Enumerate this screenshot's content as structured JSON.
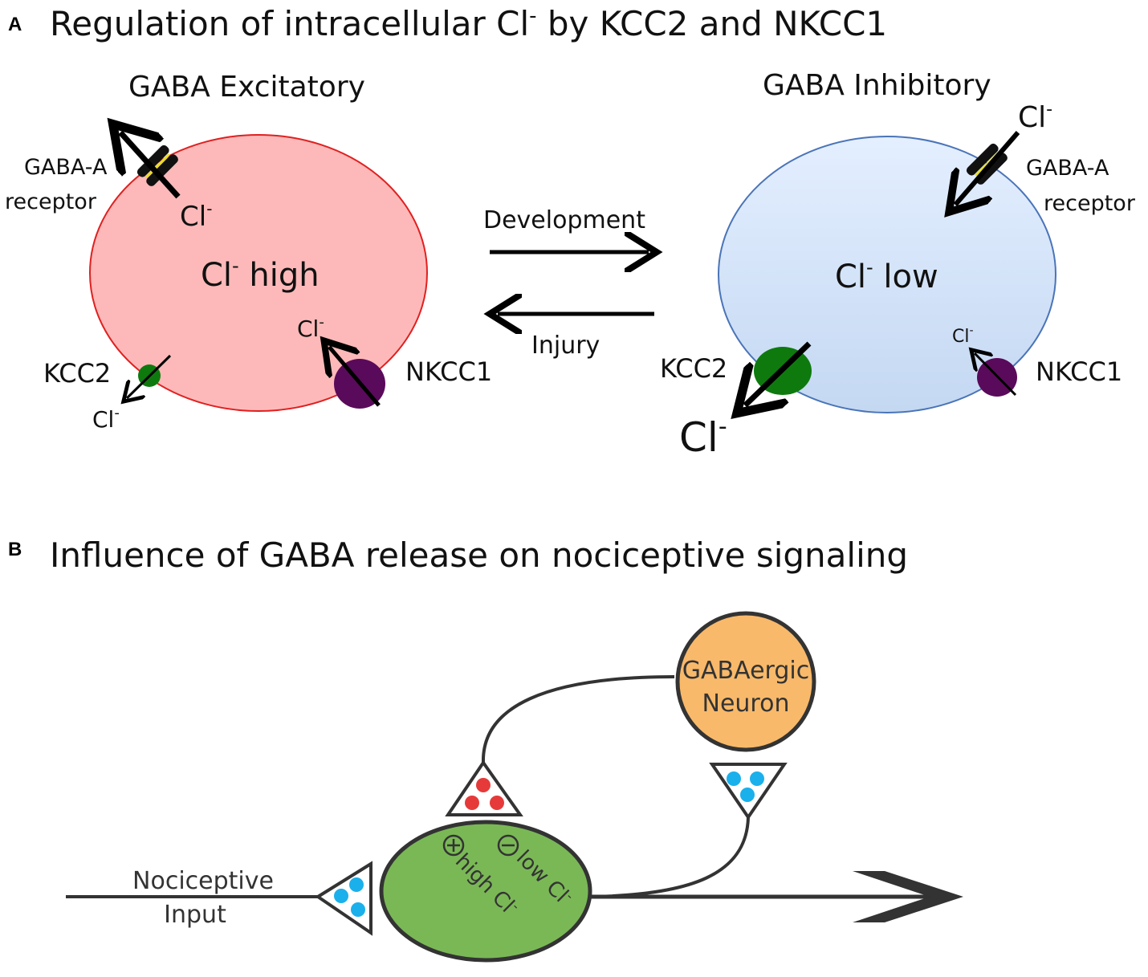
{
  "panel_a": {
    "letter": "A",
    "title_main": "Regulation of intracellular Cl",
    "title_sup": "-",
    "title_rest": " by KCC2 and NKCC1",
    "left_cell": {
      "header": "GABA Excitatory",
      "receptor_line1": "GABA-A",
      "receptor_line2": "receptor",
      "receptor_ion": "Cl",
      "center_label": "Cl",
      "center_suffix": " high",
      "kcc2_label": "KCC2",
      "kcc2_ion": "Cl",
      "nkcc1_label": "NKCC1",
      "nkcc1_ion": "Cl",
      "fill": "#fdb9b9",
      "stroke": "#e02020"
    },
    "right_cell": {
      "header": "GABA Inhibitory",
      "receptor_line1": "GABA-A",
      "receptor_line2": "receptor",
      "receptor_ion": "Cl",
      "center_label": "Cl",
      "center_suffix": " low",
      "kcc2_label": "KCC2",
      "kcc2_ion": "Cl",
      "nkcc1_label": "NKCC1",
      "nkcc1_ion": "Cl",
      "fill_top": "#e4efff",
      "fill_bottom": "#c8dcf5",
      "stroke": "#4a74b8"
    },
    "sup": "-",
    "development_label": "Development",
    "injury_label": "Injury",
    "colors": {
      "kcc2": "#0e7a0e",
      "nkcc1": "#5a0a5a",
      "receptor_band": "#e8e020"
    }
  },
  "panel_b": {
    "letter": "B",
    "title": "Influence of GABA release on nociceptive signaling",
    "gabaergic_line1": "GABAergic",
    "gabaergic_line2": "Neuron",
    "nociceptive_line1": "Nociceptive",
    "nociceptive_line2": "Input",
    "high_label": "high Cl",
    "low_label": "low Cl",
    "plus_symbol": "+",
    "minus_symbol": "−",
    "colors": {
      "gabaergic_fill": "#f8b96a",
      "target_fill": "#7ab856",
      "vesicle_red": "#e63a3a",
      "vesicle_blue": "#1ab0ec",
      "stroke": "#333333"
    }
  }
}
